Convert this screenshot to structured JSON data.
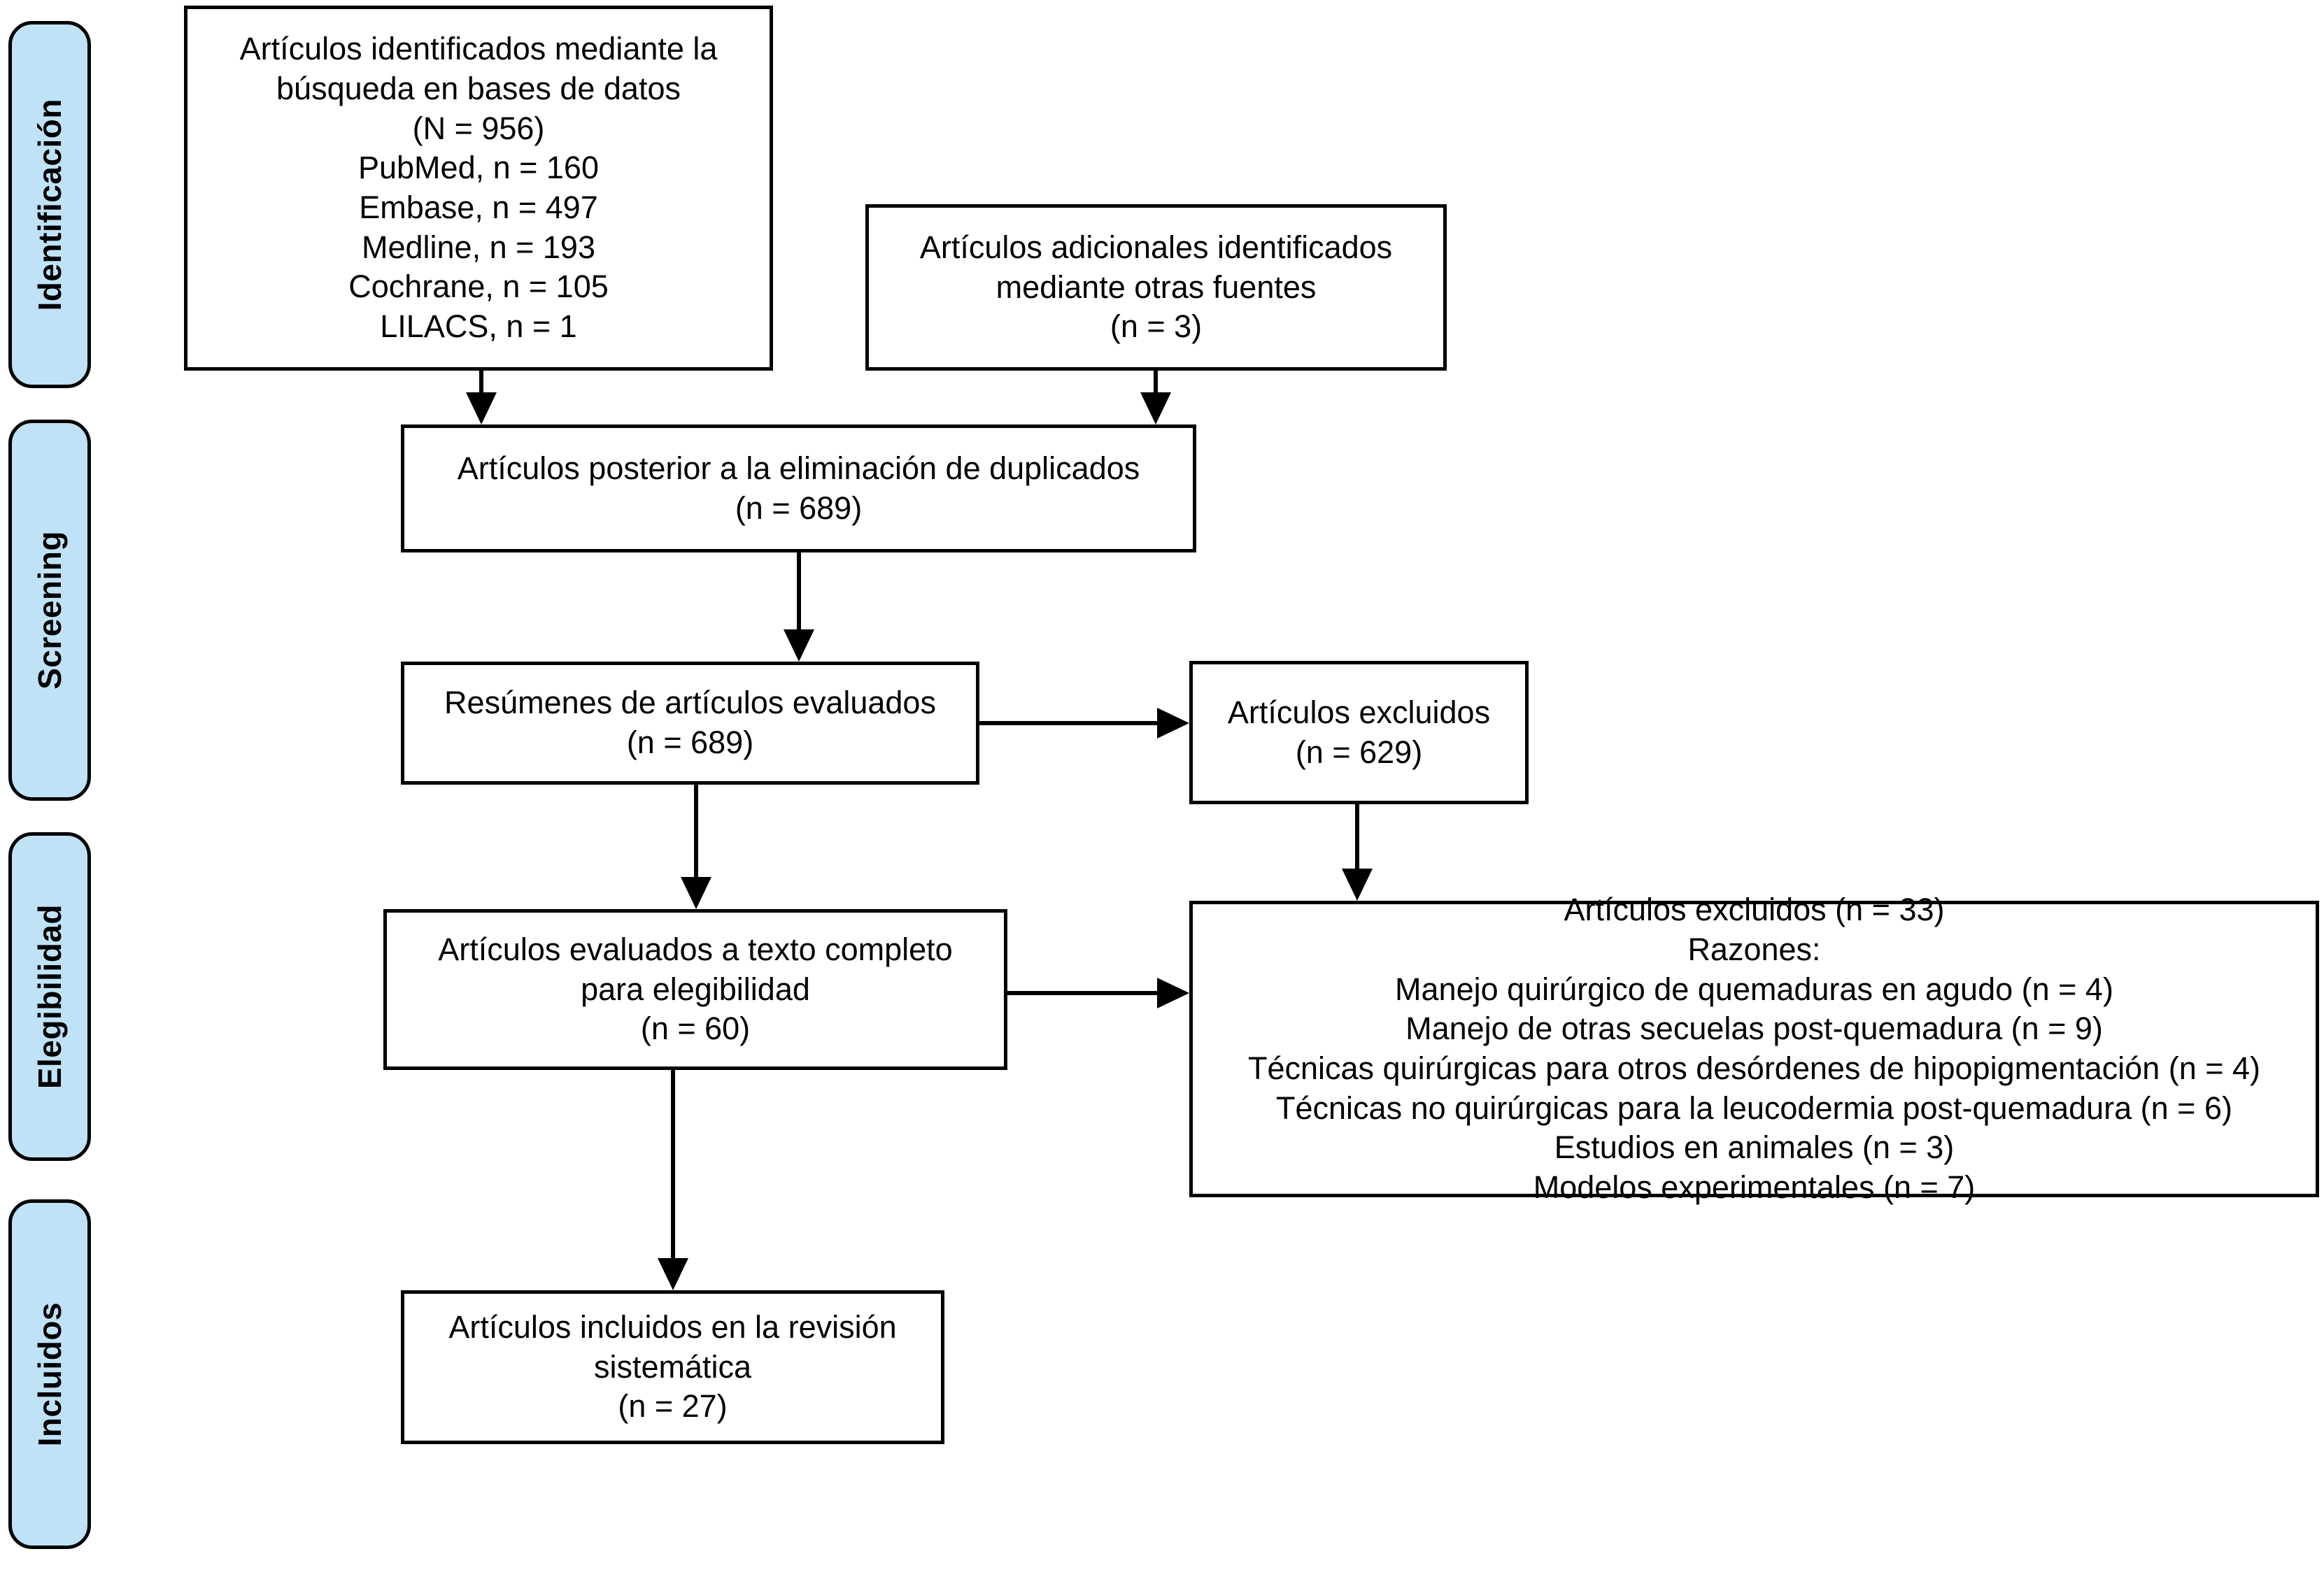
{
  "diagram": {
    "title": "Diagrama de flujo PRISMA",
    "accent_color": "#bfe2f7",
    "border_color": "#000000",
    "background_color": "#ffffff"
  },
  "phases": [
    {
      "id": "identificacion",
      "label": "Identificación"
    },
    {
      "id": "screening",
      "label": "Screening"
    },
    {
      "id": "elegibilidad",
      "label": "Elegibilidad"
    },
    {
      "id": "incluidos",
      "label": "Incluidos"
    }
  ],
  "boxes": {
    "databases": {
      "lines": [
        "Artículos identificados mediante la",
        "búsqueda en bases de datos",
        "(N = 956)",
        "PubMed, n = 160",
        "Embase, n = 497",
        "Medline, n = 193",
        "Cochrane, n = 105",
        "LILACS, n = 1"
      ]
    },
    "other_sources": {
      "lines": [
        "Artículos adicionales identificados",
        "mediante otras fuentes",
        "(n = 3)"
      ]
    },
    "after_duplicates": {
      "lines": [
        "Artículos posterior a la eliminación de duplicados",
        "(n = 689)"
      ]
    },
    "abstracts_screened": {
      "lines": [
        "Resúmenes de artículos evaluados",
        "(n = 689)"
      ]
    },
    "excluded_screening": {
      "lines": [
        "Artículos excluidos",
        "(n = 629)"
      ]
    },
    "fulltext_assessed": {
      "lines": [
        "Artículos evaluados a texto completo",
        "para elegibilidad",
        "(n = 60)"
      ]
    },
    "excluded_fulltext": {
      "lines": [
        "Artículos excluidos (n = 33)",
        "Razones:",
        "Manejo quirúrgico de quemaduras en agudo (n = 4)",
        "Manejo de otras secuelas post-quemadura (n = 9)",
        "Técnicas quirúrgicas para otros desórdenes de hipopigmentación (n = 4)",
        "Técnicas no quirúrgicas para la leucodermia post-quemadura (n = 6)",
        "Estudios en animales (n = 3)",
        "Modelos experimentales (n = 7)"
      ]
    },
    "included": {
      "lines": [
        "Artículos incluidos en la revisión",
        "sistemática",
        "(n = 27)"
      ]
    }
  },
  "chart_data": {
    "type": "diagram",
    "title": "Diagrama de flujo PRISMA",
    "nodes": [
      {
        "id": "databases",
        "phase": "Identificación",
        "label": "Artículos identificados mediante la búsqueda en bases de datos",
        "n": 956,
        "n_symbol": "N",
        "breakdown": [
          {
            "source": "PubMed",
            "n": 160
          },
          {
            "source": "Embase",
            "n": 497
          },
          {
            "source": "Medline",
            "n": 193
          },
          {
            "source": "Cochrane",
            "n": 105
          },
          {
            "source": "LILACS",
            "n": 1
          }
        ]
      },
      {
        "id": "other_sources",
        "phase": "Identificación",
        "label": "Artículos adicionales identificados mediante otras fuentes",
        "n": 3,
        "n_symbol": "n"
      },
      {
        "id": "after_duplicates",
        "phase": "Screening",
        "label": "Artículos posterior a la eliminación de duplicados",
        "n": 689,
        "n_symbol": "n"
      },
      {
        "id": "abstracts_screened",
        "phase": "Screening",
        "label": "Resúmenes de artículos evaluados",
        "n": 689,
        "n_symbol": "n"
      },
      {
        "id": "excluded_screening",
        "phase": "Screening",
        "label": "Artículos excluidos",
        "n": 629,
        "n_symbol": "n"
      },
      {
        "id": "fulltext_assessed",
        "phase": "Elegibilidad",
        "label": "Artículos evaluados a texto completo para elegibilidad",
        "n": 60,
        "n_symbol": "n"
      },
      {
        "id": "excluded_fulltext",
        "phase": "Elegibilidad",
        "label": "Artículos excluidos",
        "n": 33,
        "n_symbol": "n",
        "reasons": [
          {
            "reason": "Manejo quirúrgico de quemaduras en agudo",
            "n": 4
          },
          {
            "reason": "Manejo de otras secuelas post-quemadura",
            "n": 9
          },
          {
            "reason": "Técnicas quirúrgicas para otros desórdenes de hipopigmentación",
            "n": 4
          },
          {
            "reason": "Técnicas no quirúrgicas para la leucodermia post-quemadura",
            "n": 6
          },
          {
            "reason": "Estudios en animales",
            "n": 3
          },
          {
            "reason": "Modelos experimentales",
            "n": 7
          }
        ]
      },
      {
        "id": "included",
        "phase": "Incluidos",
        "label": "Artículos incluidos en la revisión sistemática",
        "n": 27,
        "n_symbol": "n"
      }
    ],
    "edges": [
      {
        "from": "databases",
        "to": "after_duplicates",
        "direction": "down"
      },
      {
        "from": "other_sources",
        "to": "after_duplicates",
        "direction": "down"
      },
      {
        "from": "after_duplicates",
        "to": "abstracts_screened",
        "direction": "down"
      },
      {
        "from": "abstracts_screened",
        "to": "excluded_screening",
        "direction": "right"
      },
      {
        "from": "abstracts_screened",
        "to": "fulltext_assessed",
        "direction": "down"
      },
      {
        "from": "excluded_screening",
        "to": "excluded_fulltext",
        "direction": "down"
      },
      {
        "from": "fulltext_assessed",
        "to": "excluded_fulltext",
        "direction": "right"
      },
      {
        "from": "fulltext_assessed",
        "to": "included",
        "direction": "down"
      }
    ]
  }
}
